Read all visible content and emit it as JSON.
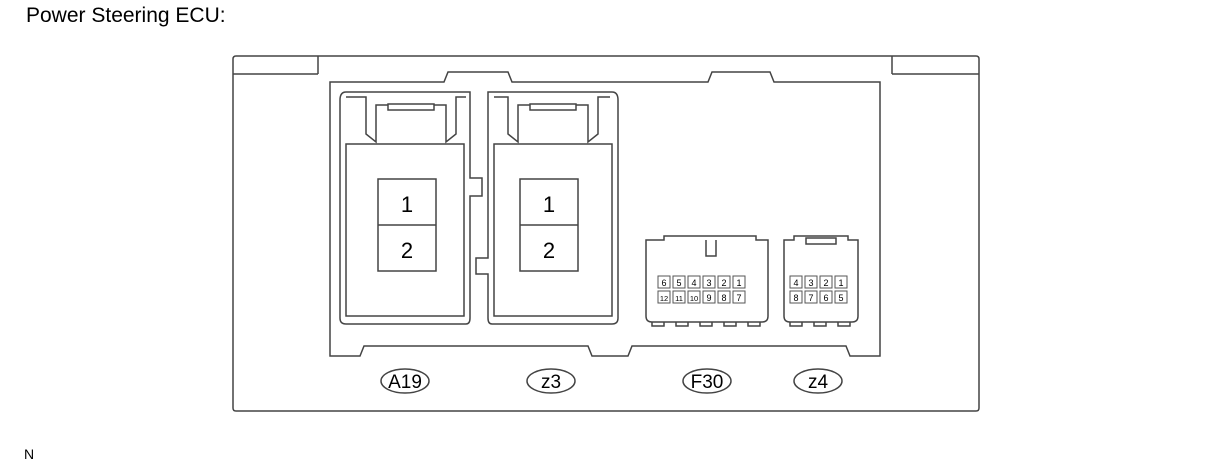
{
  "title": "Power Steering ECU:",
  "footnote": "N",
  "connectors": {
    "a19": {
      "label": "A19",
      "pins": [
        "1",
        "2"
      ]
    },
    "z3": {
      "label": "z3",
      "pins": [
        "1",
        "2"
      ]
    },
    "f30": {
      "label": "F30",
      "row1": [
        "6",
        "5",
        "4",
        "3",
        "2",
        "1"
      ],
      "row2": [
        "12",
        "11",
        "10",
        "9",
        "8",
        "7"
      ]
    },
    "z4": {
      "label": "z4",
      "row1": [
        "4",
        "3",
        "2",
        "1"
      ],
      "row2": [
        "8",
        "7",
        "6",
        "5"
      ]
    }
  }
}
